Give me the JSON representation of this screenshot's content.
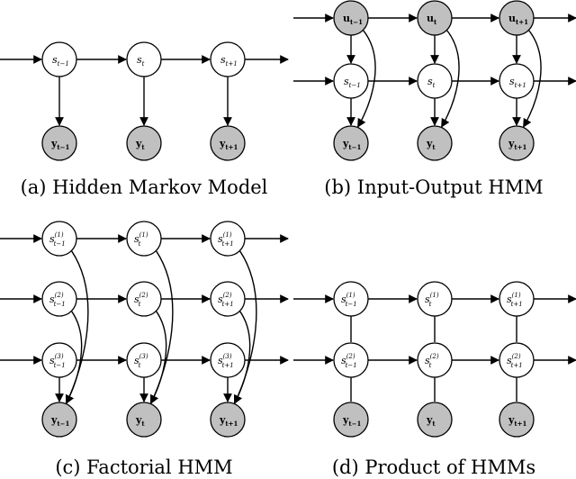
{
  "captions": {
    "a": "(a) Hidden Markov Model",
    "b": "(b) Input-Output HMM",
    "c": "(c) Factorial HMM",
    "d": "(d) Product of HMMs"
  },
  "labels": {
    "s_prev": {
      "base": "s",
      "sub": "t−1"
    },
    "s_cur": {
      "base": "s",
      "sub": "t"
    },
    "s_next": {
      "base": "s",
      "sub": "t+1"
    },
    "y_prev": {
      "base": "y",
      "sub": "t−1"
    },
    "y_cur": {
      "base": "y",
      "sub": "t"
    },
    "y_next": {
      "base": "y",
      "sub": "t+1"
    },
    "u_prev": {
      "base": "u",
      "sub": "t−1"
    },
    "u_cur": {
      "base": "u",
      "sub": "t"
    },
    "u_next": {
      "base": "u",
      "sub": "t+1"
    },
    "s1_prev": {
      "base": "s",
      "sup": "(1)",
      "sub": "t−1"
    },
    "s1_cur": {
      "base": "s",
      "sup": "(1)",
      "sub": "t"
    },
    "s1_next": {
      "base": "s",
      "sup": "(1)",
      "sub": "t+1"
    },
    "s2_prev": {
      "base": "s",
      "sup": "(2)",
      "sub": "t−1"
    },
    "s2_cur": {
      "base": "s",
      "sup": "(2)",
      "sub": "t"
    },
    "s2_next": {
      "base": "s",
      "sup": "(2)",
      "sub": "t+1"
    },
    "s3_prev": {
      "base": "s",
      "sup": "(3)",
      "sub": "t−1"
    },
    "s3_cur": {
      "base": "s",
      "sup": "(3)",
      "sub": "t"
    },
    "s3_next": {
      "base": "s",
      "sup": "(3)",
      "sub": "t+1"
    }
  },
  "colors": {
    "observed_fill": "#c0c0c0",
    "hidden_fill": "#ffffff",
    "stroke": "#000000"
  }
}
